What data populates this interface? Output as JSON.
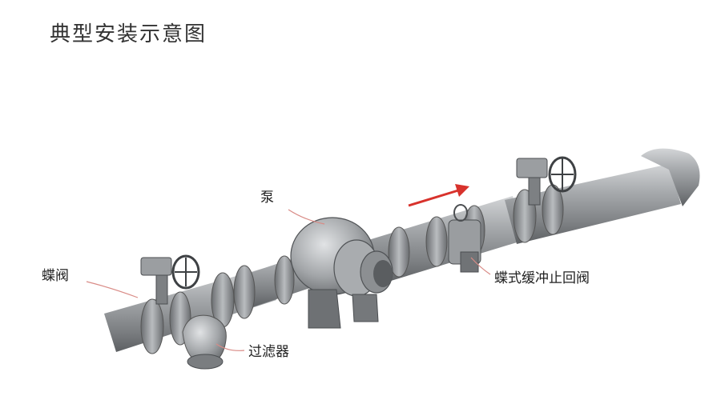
{
  "title": "典型安装示意图",
  "labels": {
    "pump": "泵",
    "butterfly_valve": "蝶阀",
    "check_valve": "蝶式缓冲止回阀",
    "filter": "过滤器"
  },
  "colors": {
    "pipe": "#8e9194",
    "pipe_dark": "#5f6265",
    "pipe_light": "#c4c7ca",
    "flow_arrow": "#d8322c",
    "leader_line": "#d98b86"
  },
  "icons": {
    "flow": "flow-direction-arrow",
    "handwheel": "handwheel-icon"
  }
}
